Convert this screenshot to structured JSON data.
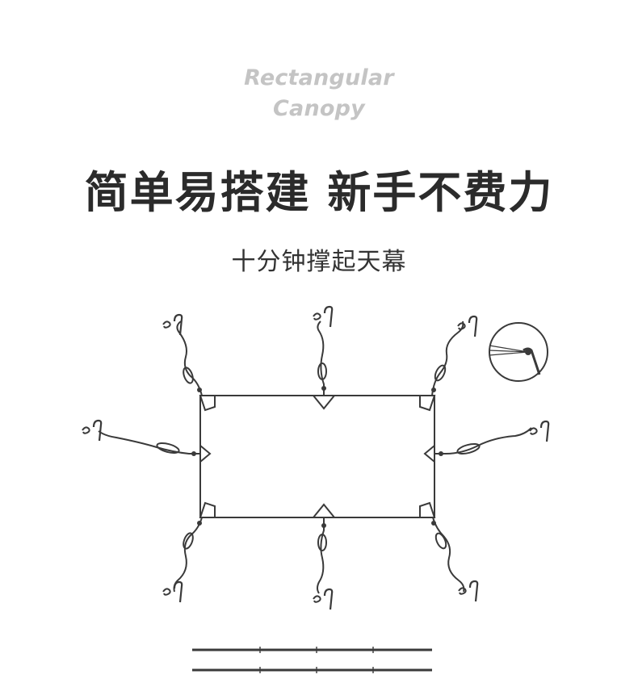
{
  "header": {
    "eng_title_line1": "Rectangular",
    "eng_title_line2": "Canopy"
  },
  "headline": "简单易搭建 新手不费力",
  "subheadline": "十分钟撑起天幕",
  "colors": {
    "title_gray": "#c4c4c4",
    "headline_dark": "#2b2b2b",
    "line_art": "#3a3a3a"
  },
  "illustration": {
    "subject": "rectangular-canopy-diagram",
    "icons": [
      "tent-stake-icon",
      "guy-rope-icon",
      "zoom-detail-icon",
      "tent-pole-icon"
    ]
  }
}
